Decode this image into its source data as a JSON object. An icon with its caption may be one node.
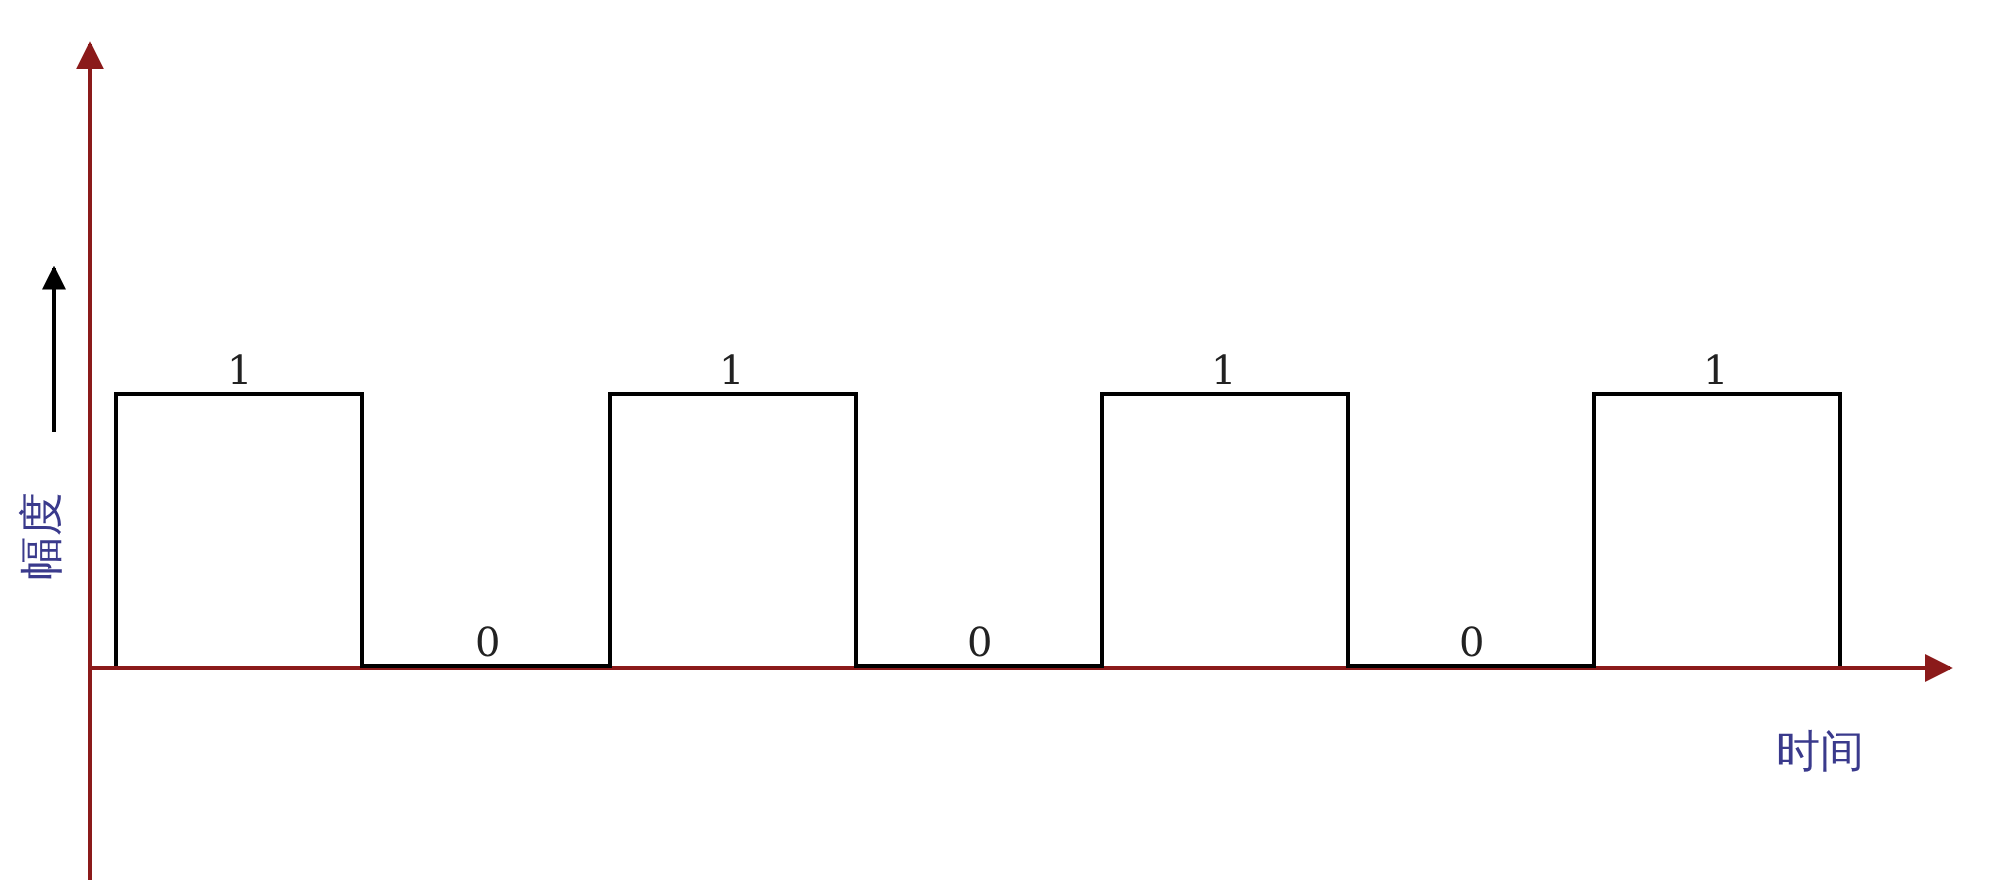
{
  "diagram": {
    "labels": [
      "1",
      "0",
      "1",
      "0",
      "1",
      "0",
      "1",
      "时间",
      "幅度"
    ]
  }
}
